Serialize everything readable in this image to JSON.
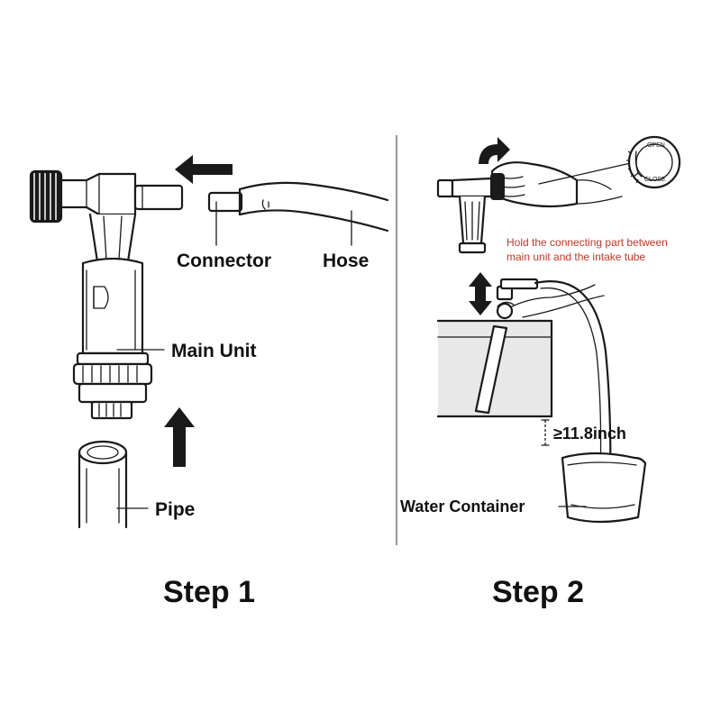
{
  "step1": {
    "title": "Step 1",
    "labels": {
      "connector": "Connector",
      "hose": "Hose",
      "main_unit": "Main Unit",
      "pipe": "Pipe"
    }
  },
  "step2": {
    "title": "Step 2",
    "note_line1": "Hold the connecting part between",
    "note_line2": "main unit and the intake tube",
    "dial_open": "OPEN",
    "dial_close": "CLOSE",
    "height_label": "≥11.8inch",
    "water_container": "Water Container"
  },
  "colors": {
    "note_text": "#c0392b",
    "line": "#1a1a1a"
  },
  "icons": [
    "arrow-left-icon",
    "arrow-up-icon",
    "rotate-arrow-icon",
    "double-arrow-vertical-icon",
    "valve-dial-icon"
  ]
}
